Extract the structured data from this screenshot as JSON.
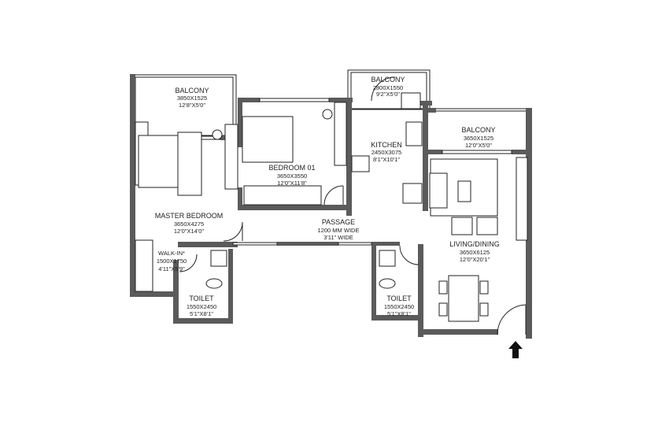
{
  "rooms": {
    "balcony_master": {
      "name": "BALCONY",
      "dim_mm": "3850X1525",
      "dim_ft": "12'8\"X5'0\""
    },
    "master_bedroom": {
      "name": "MASTER BEDROOM",
      "dim_mm": "3650X4275",
      "dim_ft": "12'0\"X14'0\""
    },
    "bedroom_01": {
      "name": "BEDROOM 01",
      "dim_mm": "3650X3550",
      "dim_ft": "12'0\"X11'8\""
    },
    "balcony_kitchen": {
      "name": "BALCONY",
      "dim_mm": "2800X1550",
      "dim_ft": "9'2\"X5'0\""
    },
    "kitchen": {
      "name": "KITCHEN",
      "dim_mm": "2450X3075",
      "dim_ft": "8'1\"X10'1\""
    },
    "balcony_living": {
      "name": "BALCONY",
      "dim_mm": "3650X1525",
      "dim_ft": "12'0\"X5'0\""
    },
    "passage": {
      "name": "PASSAGE",
      "dim_mm": "1200 MM WIDE",
      "dim_ft": "3'11\" WIDE"
    },
    "walk_in": {
      "name": "WALK-IN*",
      "dim_mm": "1500X1750",
      "dim_ft": "4'11\"X5'9\""
    },
    "toilet_1": {
      "name": "TOILET",
      "dim_mm": "1550X2450",
      "dim_ft": "5'1\"X8'1\""
    },
    "toilet_2": {
      "name": "TOILET",
      "dim_mm": "1550X2450",
      "dim_ft": "5'1\"X8'1\""
    },
    "living_dining": {
      "name": "LIVING/DINING",
      "dim_mm": "3650X6125",
      "dim_ft": "12'0\"X20'1\""
    }
  },
  "entry_icon": "arrow-up-icon",
  "colors": {
    "wall": "#5b5b5b",
    "line": "#222222"
  }
}
